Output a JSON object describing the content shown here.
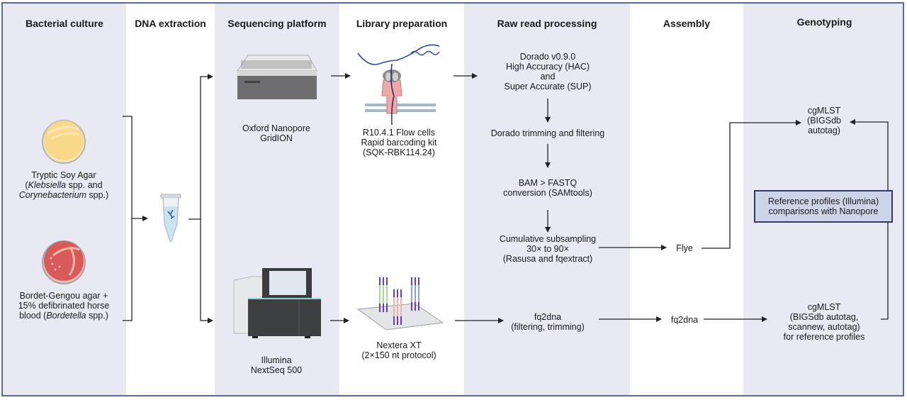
{
  "columns": [
    {
      "title": "Bacterial culture",
      "shade": true
    },
    {
      "title": "DNA extraction",
      "shade": false
    },
    {
      "title": "Sequencing platform",
      "shade": true
    },
    {
      "title": "Library preparation",
      "shade": false
    },
    {
      "title": "Raw read processing",
      "shade": true
    },
    {
      "title": "Assembly",
      "shade": false
    },
    {
      "title": "Genotyping",
      "shade": true
    }
  ],
  "culture": {
    "tsa": {
      "line1": "Tryptic Soy Agar",
      "line2_pre": "(",
      "line2_it": "Klebsiella",
      "line2_post": " spp. and",
      "line3_it": "Corynebacterium",
      "line3_post": " spp.)"
    },
    "bga": {
      "line1": "Bordet-Gengou agar +",
      "line2": "15% defibrinated horse",
      "line3_pre": "blood (",
      "line3_it": "Bordetella",
      "line3_post": " spp.)"
    }
  },
  "platforms": {
    "nanopore": {
      "line1": "Oxford Nanopore",
      "line2": "GridION"
    },
    "illumina": {
      "line1": "Illumina",
      "line2": "NextSeq 500"
    }
  },
  "library": {
    "nanopore": {
      "line1": "R10.4.1 Flow cells",
      "line2": "Rapid barcoding kit",
      "line3": "(SQK-RBK114.24)"
    },
    "illumina": {
      "line1": "Nextera XT",
      "line2": "(2×150 nt protocol)"
    }
  },
  "raw_processing": {
    "step1": {
      "line1": "Dorado v0.9.0",
      "line2": "High Accuracy (HAC)",
      "line3": "and",
      "line4": "Super Accurate (SUP)"
    },
    "step2": {
      "line1": "Dorado trimming and filtering"
    },
    "step3": {
      "line1": "BAM > FASTQ",
      "line2": "conversion (SAMtools)"
    },
    "step4": {
      "line1": "Cumulative subsampling",
      "line2": "30× to 90×",
      "line3": "(Rasusa and fqextract)"
    },
    "illumina": {
      "line1": "fq2dna",
      "line2": "(filtering, trimming)"
    }
  },
  "assembly": {
    "nanopore": "Flye",
    "illumina": "fq2dna"
  },
  "genotyping": {
    "nanopore": {
      "line1": "cgMLST",
      "line2": "(BIGSdb",
      "line3": "autotag)"
    },
    "illumina": {
      "line1": "cgMLST",
      "line2": "(BIGSdb autotag,",
      "line3": "scannew, autotag)",
      "line4": "for reference profiles"
    },
    "comparison": {
      "line1": "Reference profiles (Illumina)",
      "line2": "comparisons with Nanopore"
    }
  },
  "colors": {
    "shade": "#e8e9f2",
    "border": "#5a6a9c",
    "refbox_fill": "#cdd4e8",
    "refbox_border": "#2f3a63",
    "arrow": "#222222"
  }
}
